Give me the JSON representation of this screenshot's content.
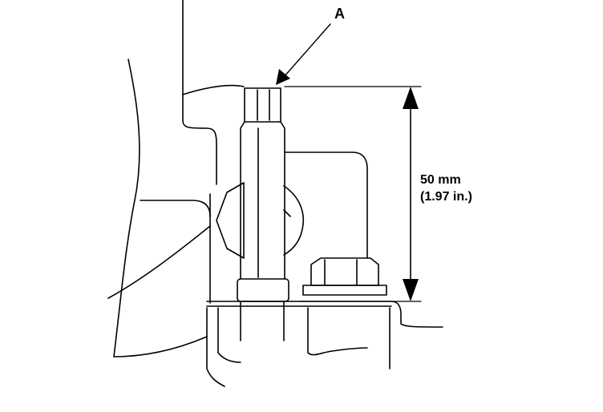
{
  "labels": {
    "callout_a": "A",
    "dimension_metric": "50 mm",
    "dimension_imperial": "(1.97 in.)"
  },
  "colors": {
    "line": "#000000",
    "background": "#ffffff"
  }
}
